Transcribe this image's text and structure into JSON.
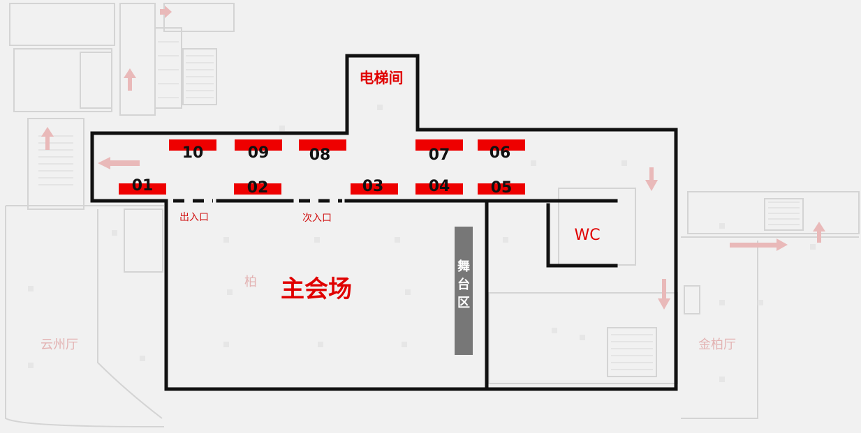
{
  "areas": {
    "elevator_hall": "电梯间",
    "main_hall": "主会场",
    "stage": "舞台区",
    "wc": "WC"
  },
  "entrances": {
    "exit_entrance": "出入口",
    "secondary_entrance": "次入口"
  },
  "booths": {
    "b01": "01",
    "b02": "02",
    "b03": "03",
    "b04": "04",
    "b05": "05",
    "b06": "06",
    "b07": "07",
    "b08": "08",
    "b09": "09",
    "b10": "10"
  },
  "background_rooms": {
    "yunzhou_hall": "云州厅",
    "jinbai_hall": "金柏厅",
    "bai": "柏"
  },
  "colors": {
    "booth": "#ee0000",
    "wall": "#111111",
    "stage": "#777777",
    "label_red": "#e00000"
  }
}
